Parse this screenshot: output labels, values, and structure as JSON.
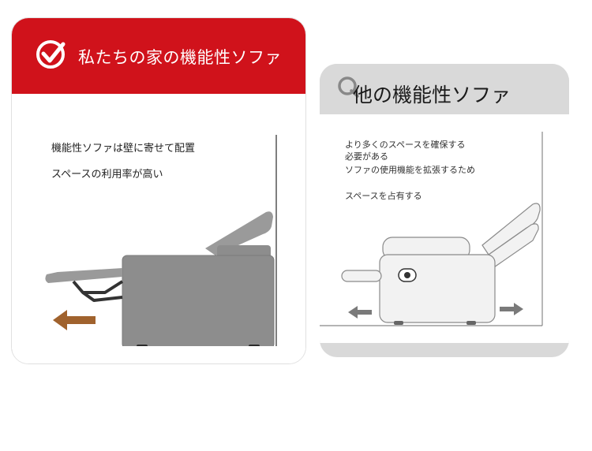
{
  "left_card": {
    "title": "私たちの家の機能性ソファ",
    "lines": [
      "機能性ソファは壁に寄せて配置",
      "スペースの利用率が高い"
    ],
    "colors": {
      "header": "#d0121b",
      "arrow": "#a0622d",
      "sofa": "#8d8d8d"
    }
  },
  "right_card": {
    "title": "他の機能性ソファ",
    "lines": [
      "より多くのスペースを確保する",
      "必要がある",
      "ソファの使用機能を拡張するため",
      "スペースを占有する"
    ],
    "colors": {
      "header": "#d9d9d9",
      "arrow": "#7a7a7a",
      "sofa": "#f2f2f2"
    }
  }
}
